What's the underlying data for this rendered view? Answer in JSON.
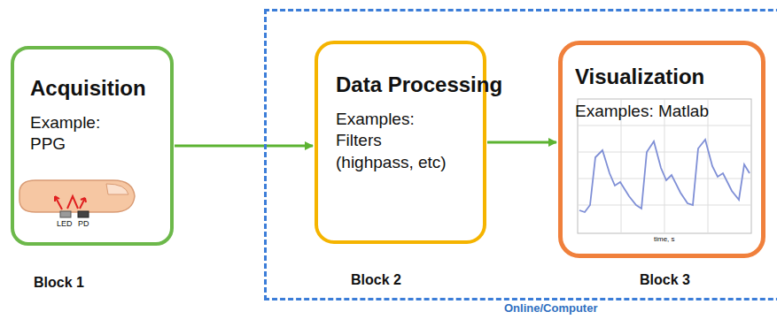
{
  "diagram": {
    "nodes": [
      {
        "text": [
          "Acquisition",
          "Example: PPG"
        ]
      },
      {
        "text": [
          "Online/Computer"
        ]
      },
      {
        "text": [
          "Data Processing",
          "Examples: Filters (highpass, etc)"
        ],
        "in": 1
      },
      {
        "text": [
          "Visualization",
          "Examples: Matlab"
        ],
        "in": 1
      }
    ],
    "edges": [
      {
        "from": 0,
        "to": 2,
        "arrow": "to"
      },
      {
        "from": 2,
        "to": 3,
        "arrow": "to"
      }
    ],
    "labels": [
      "LED",
      "PD",
      "Block 1",
      "Block 2",
      "Block 3",
      "time, s"
    ]
  }
}
